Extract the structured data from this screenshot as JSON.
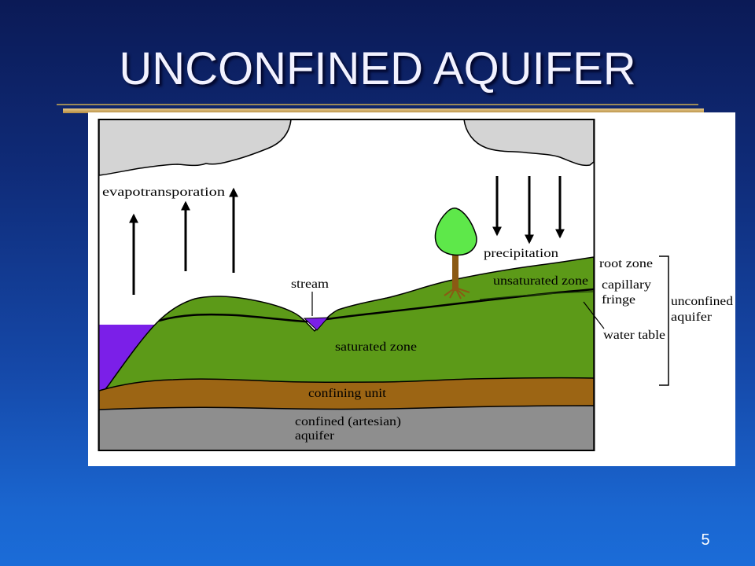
{
  "slide": {
    "title": "UNCONFINED AQUIFER",
    "number": "5"
  },
  "diagram": {
    "labels": {
      "evapotranspiration": "evapotransporation",
      "stream": "stream",
      "precipitation": "precipitation",
      "unsaturated_zone": "unsaturated zone",
      "saturated_zone": "saturated zone",
      "confining_unit": "confining unit",
      "confined_aquifer": [
        "confined (artesian)",
        "aquifer"
      ],
      "root_zone": "root zone",
      "capillary_fringe": [
        "capillary",
        "fringe"
      ],
      "water_table": "water table",
      "unconfined_aquifer": [
        "unconfined",
        "aquifer"
      ]
    }
  },
  "colors": {
    "cloud": "#d4d4d4",
    "land": "#5c9a18",
    "tree_crown": "#5ee84a",
    "tree_trunk": "#8b5a14",
    "surface_water": "#7b1fe8",
    "confining_unit": "#9c6514",
    "confined_aquifer": "#8e8e8e"
  }
}
